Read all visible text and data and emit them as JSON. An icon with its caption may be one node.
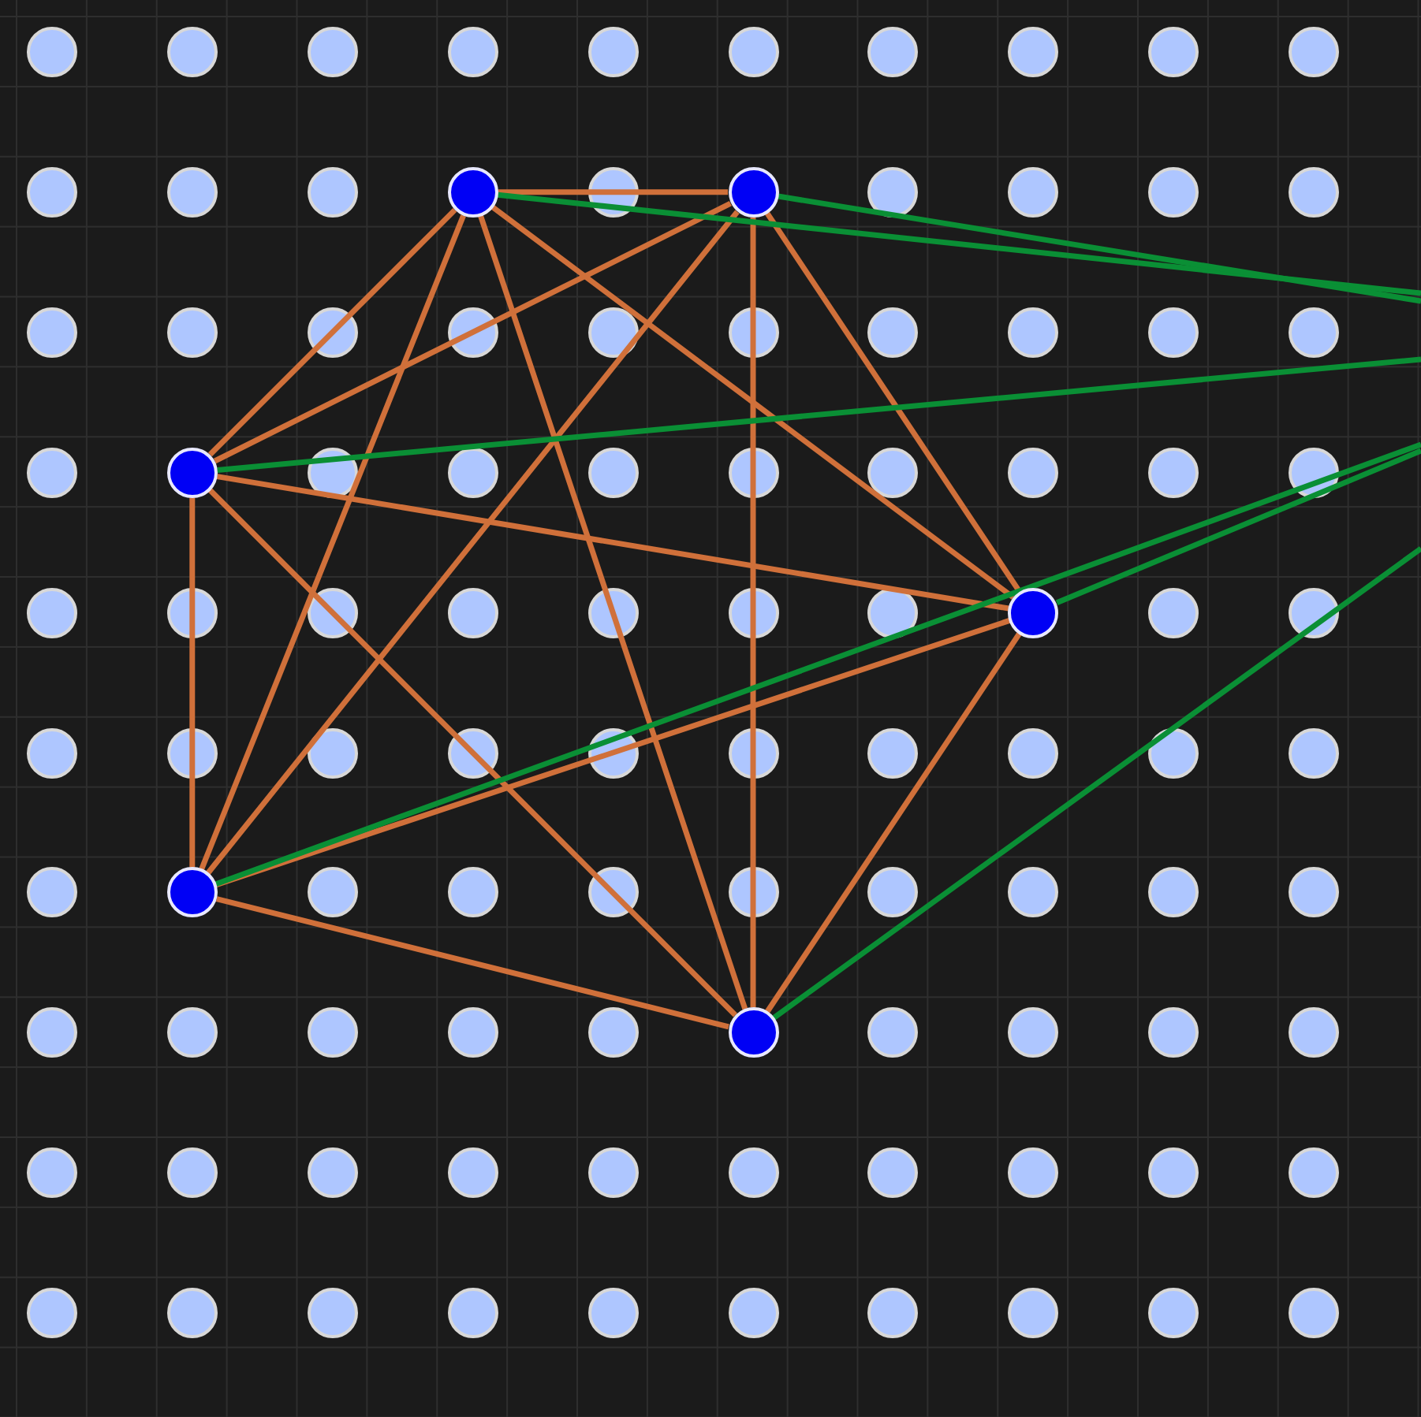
{
  "diagram": {
    "nodes": [
      {
        "text": [],
        "shape": "circle"
      },
      {
        "text": [],
        "shape": "circle"
      },
      {
        "text": [],
        "shape": "circle"
      },
      {
        "text": [],
        "shape": "circle"
      },
      {
        "text": [],
        "shape": "circle"
      },
      {
        "text": [],
        "shape": "circle"
      }
    ],
    "edges": [
      {
        "from": 0,
        "to": 1,
        "arrow": "none"
      },
      {
        "from": 0,
        "to": 2,
        "arrow": "none"
      },
      {
        "from": 0,
        "to": 4,
        "arrow": "none"
      },
      {
        "from": 0,
        "to": 5,
        "arrow": "none"
      },
      {
        "from": 0,
        "to": 3,
        "arrow": "none"
      },
      {
        "from": 1,
        "to": 2,
        "arrow": "none"
      },
      {
        "from": 1,
        "to": 4,
        "arrow": "none"
      },
      {
        "from": 1,
        "to": 5,
        "arrow": "none"
      },
      {
        "from": 1,
        "to": 3,
        "arrow": "none"
      },
      {
        "from": 2,
        "to": 3,
        "arrow": "none"
      },
      {
        "from": 2,
        "to": 4,
        "arrow": "none"
      },
      {
        "from": 2,
        "to": 5,
        "arrow": "none"
      },
      {
        "from": 4,
        "to": 3,
        "arrow": "none"
      },
      {
        "from": 4,
        "to": 5,
        "arrow": "none"
      },
      {
        "from": 5,
        "to": 3,
        "arrow": "none"
      },
      {
        "from": 0,
        "to": null,
        "arrow": "none",
        "color": "#0a8f35"
      },
      {
        "from": 1,
        "to": null,
        "arrow": "none",
        "color": "#0a8f35"
      },
      {
        "from": 2,
        "to": null,
        "arrow": "none",
        "color": "#0a8f35"
      },
      {
        "from": 4,
        "to": null,
        "arrow": "none",
        "color": "#0a8f35"
      },
      {
        "from": 3,
        "to": null,
        "arrow": "none",
        "color": "#0a8f35"
      },
      {
        "from": 5,
        "to": null,
        "arrow": "none",
        "color": "#0a8f35"
      }
    ]
  }
}
